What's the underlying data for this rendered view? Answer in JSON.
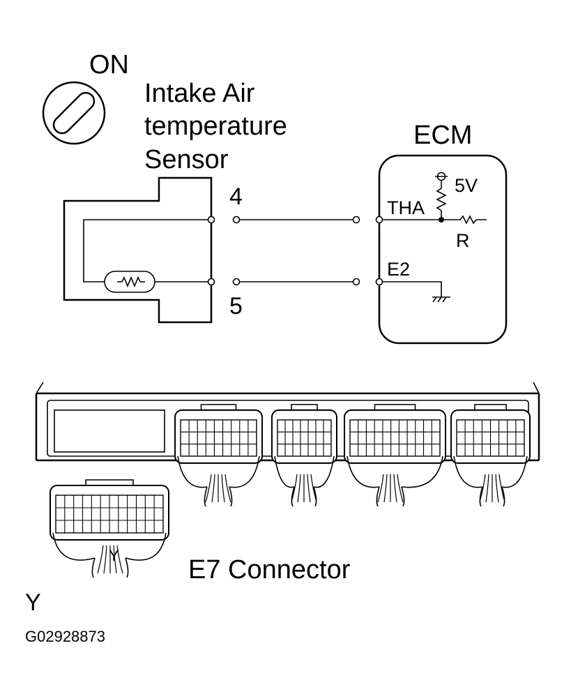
{
  "ignition": {
    "state": "ON"
  },
  "sensor": {
    "label_line1": "Intake Air",
    "label_line2": "temperature",
    "label_line3": "Sensor",
    "pin_top": "4",
    "pin_bottom": "5"
  },
  "ecm": {
    "title": "ECM",
    "terminal_signal": "THA",
    "terminal_ground": "E2",
    "supply_voltage": "5V",
    "resistor": "R"
  },
  "connector": {
    "label": "E7 Connector",
    "wire_color": "Y",
    "wire_color_mark": "Y"
  },
  "figure_id": "G02928873"
}
